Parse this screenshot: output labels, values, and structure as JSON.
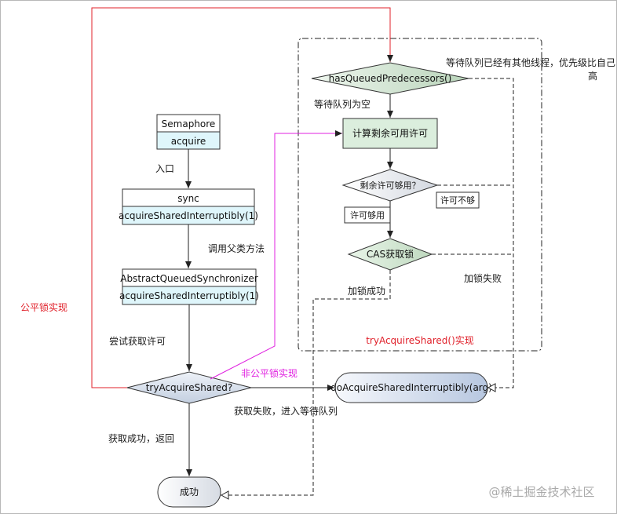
{
  "nodes": {
    "semaphore": {
      "title": "Semaphore",
      "method": "acquire"
    },
    "sync": {
      "title": "sync",
      "method": "acquireSharedInterruptibly(1)"
    },
    "aqs": {
      "title": "AbstractQueuedSynchronizer",
      "method": "acquireSharedInterruptibly(1)"
    },
    "try_acquire": "tryAcquireShared?",
    "do_acquire": "doAcquireSharedInterruptibly(arg)",
    "success": "成功",
    "has_queued": "hasQueuedPredecessors()",
    "calc": "计算剩余可用许可",
    "enough": "剩余许可够用？",
    "cas": "CAS获取锁"
  },
  "labels": {
    "entry": "入口",
    "call_parent": "调用父类方法",
    "try_get": "尝试获取许可",
    "got_return": "获取成功，返回",
    "fail_queue": "获取失败，进入等待队列",
    "fair": "公平锁实现",
    "nonfair": "非公平锁实现",
    "queue_empty": "等待队列为空",
    "queue_others": "等待队列已经有其他线程，优先级比自己",
    "queue_others_2": "高",
    "not_enough": "许可不够",
    "enough_yes": "许可够用",
    "lock_success": "加锁成功",
    "lock_fail": "加锁失败",
    "try_acquire_impl": "tryAcquireShared()实现"
  },
  "watermark": "@稀土掘金技术社区",
  "colors": {
    "fair_line": "#e0202a",
    "nonfair_line": "#e020e0",
    "node_fill": "#dbeedd",
    "method_fill": "#dff6fb",
    "diamond_fill": "#dce4f0"
  }
}
